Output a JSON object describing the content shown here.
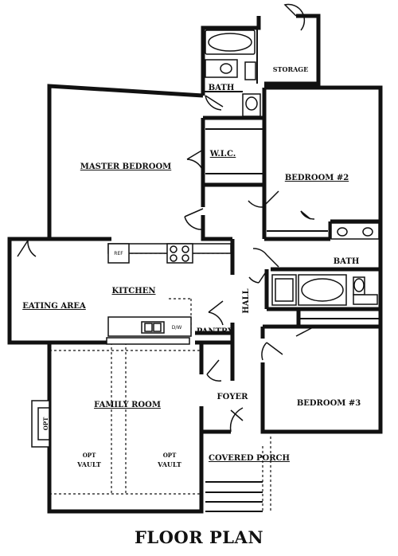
{
  "title": "FLOOR PLAN",
  "rooms": {
    "master_bedroom": "MASTER BEDROOM",
    "wic": "W.I.C.",
    "bath_top": "BATH",
    "storage": "STORAGE",
    "bedroom2": "BEDROOM #2",
    "bath_right": "BATH",
    "kitchen": "KITCHEN",
    "eating_area": "EATING AREA",
    "hall": "HALL",
    "pantry": "PANTRY",
    "foyer": "FOYER",
    "bedroom3": "BEDROOM #3",
    "family_room": "FAMILY ROOM",
    "covered_porch": "COVERED PORCH"
  },
  "notes": {
    "opt_fireplace": "OPT",
    "vault_left_opt": "OPT",
    "vault_left": "VAULT",
    "vault_right_opt": "OPT",
    "vault_right": "VAULT",
    "fridge": "REF",
    "dishwasher": "D/W"
  }
}
